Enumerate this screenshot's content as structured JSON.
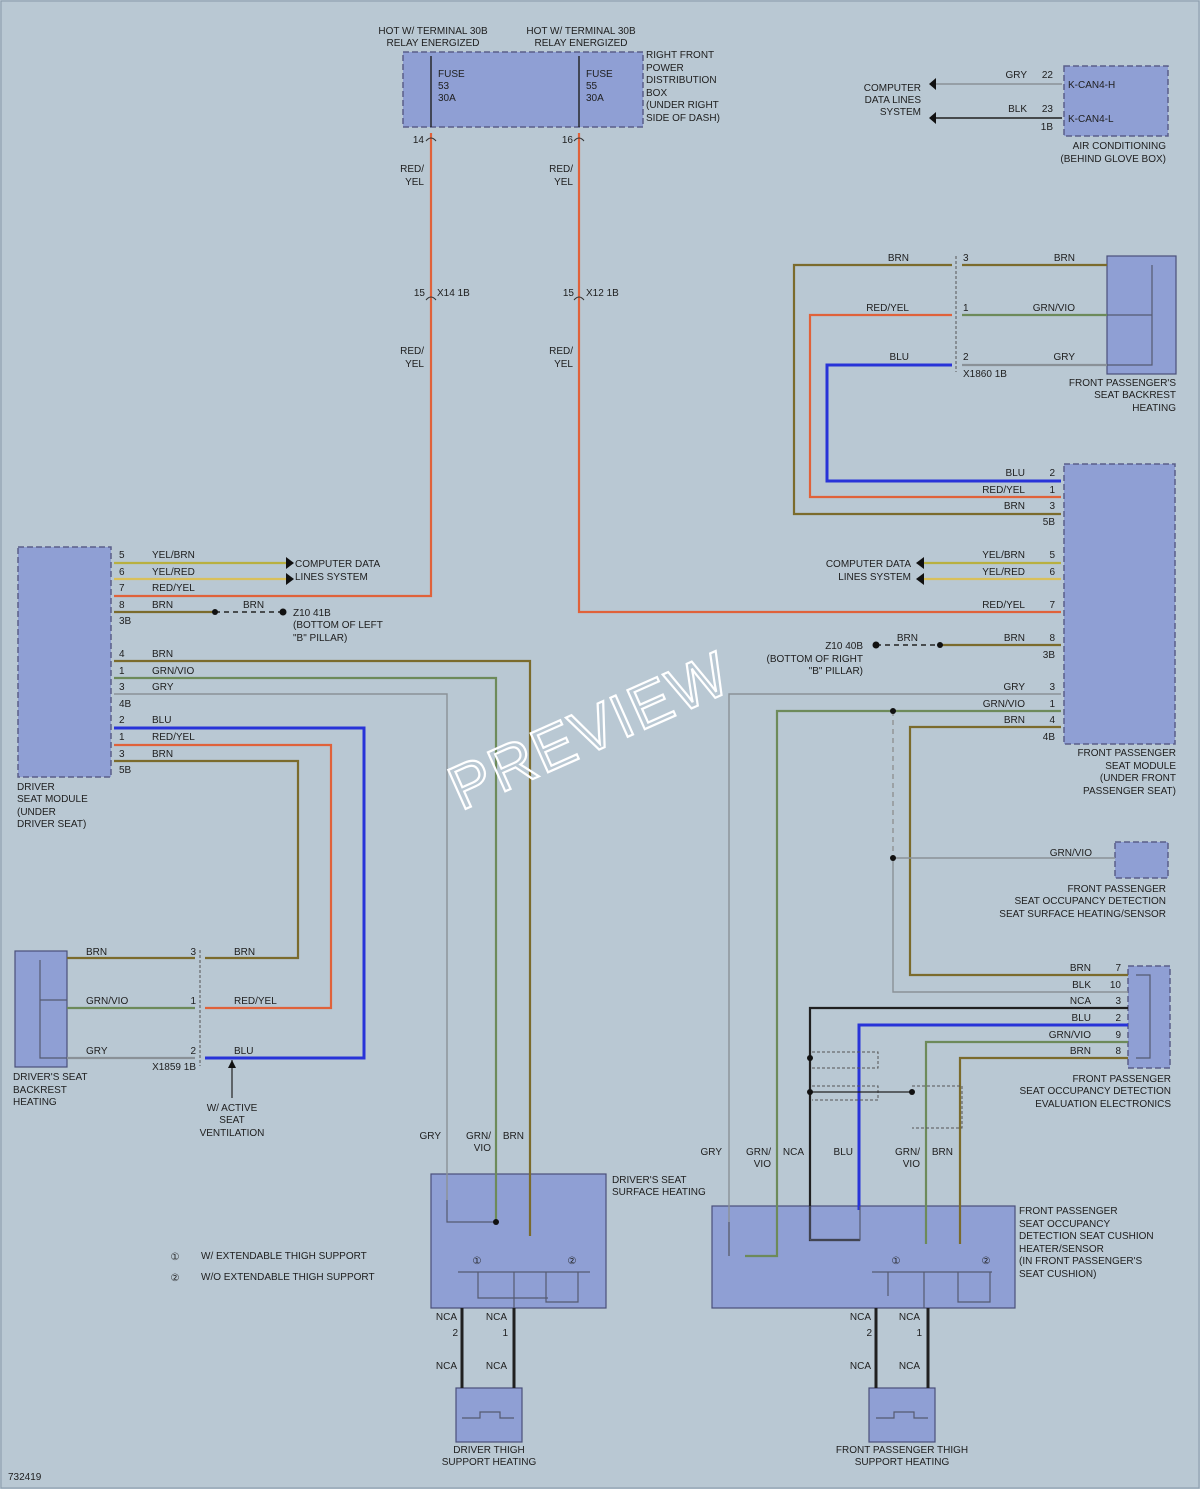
{
  "fuse_box": {
    "hot_left": [
      "HOT W/ TERMINAL 30B",
      "RELAY ENERGIZED"
    ],
    "hot_right": [
      "HOT W/ TERMINAL 30B",
      "RELAY ENERGIZED"
    ],
    "fuse_left": [
      "FUSE",
      "53",
      "30A"
    ],
    "fuse_right": [
      "FUSE",
      "55",
      "30A"
    ],
    "name": [
      "RIGHT FRONT",
      "POWER",
      "DISTRIBUTION",
      "BOX",
      "(UNDER RIGHT",
      "SIDE OF DASH)"
    ],
    "pin_left": "14",
    "pin_right": "16"
  },
  "feed_wires": {
    "top_left": [
      "RED/",
      "YEL"
    ],
    "top_right": [
      "RED/",
      "YEL"
    ],
    "conn_left_pin": "15",
    "conn_left": "X14 1B",
    "conn_right_pin": "15",
    "conn_right": "X12 1B",
    "bottom_left": [
      "RED/",
      "YEL"
    ],
    "bottom_right": [
      "RED/",
      "YEL"
    ]
  },
  "ac_module": {
    "cdl": [
      "COMPUTER",
      "DATA LINES",
      "SYSTEM"
    ],
    "wire1": "GRY",
    "pin1": "22",
    "sig1": "K-CAN4-H",
    "wire2": "BLK",
    "pin2": "23",
    "sig2": "K-CAN4-L",
    "conn": "1B",
    "name": [
      "AIR CONDITIONING",
      "(BEHIND GLOVE BOX)"
    ]
  },
  "passenger_backrest": {
    "w1_left": "BRN",
    "p1": "3",
    "w1_right": "BRN",
    "w2_left": "RED/YEL",
    "p2": "1",
    "w2_right": "GRN/VIO",
    "w3_left": "BLU",
    "p3": "2",
    "w3_right": "GRY",
    "conn": "X1860 1B",
    "name": [
      "FRONT PASSENGER'S",
      "SEAT BACKREST",
      "HEATING"
    ]
  },
  "passenger_module": {
    "p5b": [
      {
        "wire": "BLU",
        "pin": "2"
      },
      {
        "wire": "RED/YEL",
        "pin": "1"
      },
      {
        "wire": "BRN",
        "pin": "3"
      }
    ],
    "c5b": "5B",
    "cdl": [
      "COMPUTER DATA",
      "LINES SYSTEM"
    ],
    "p_data": [
      {
        "wire": "YEL/BRN",
        "pin": "5"
      },
      {
        "wire": "YEL/RED",
        "pin": "6"
      },
      {
        "wire": "RED/YEL",
        "pin": "7"
      },
      {
        "wire": "BRN",
        "pin": "8"
      }
    ],
    "c3b": "3B",
    "ground_name": "Z10 40B",
    "ground_wire": "BRN",
    "ground_loc": [
      "(BOTTOM OF RIGHT",
      "\"B\" PILLAR)"
    ],
    "p4b": [
      {
        "wire": "GRY",
        "pin": "3"
      },
      {
        "wire": "GRN/VIO",
        "pin": "1"
      },
      {
        "wire": "BRN",
        "pin": "4"
      }
    ],
    "c4b": "4B",
    "name": [
      "FRONT PASSENGER",
      "SEAT MODULE",
      "(UNDER FRONT",
      "PASSENGER SEAT)"
    ]
  },
  "driver_module": {
    "p3b": [
      {
        "pin": "5",
        "wire": "YEL/BRN"
      },
      {
        "pin": "6",
        "wire": "YEL/RED"
      },
      {
        "pin": "7",
        "wire": "RED/YEL"
      },
      {
        "pin": "8",
        "wire": "BRN"
      }
    ],
    "c3b": "3B",
    "cdl": [
      "COMPUTER DATA",
      "LINES SYSTEM"
    ],
    "ground_wire": "BRN",
    "ground_name": "Z10 41B",
    "ground_loc": [
      "(BOTTOM OF LEFT",
      "\"B\" PILLAR)"
    ],
    "p4b": [
      {
        "pin": "4",
        "wire": "BRN"
      },
      {
        "pin": "1",
        "wire": "GRN/VIO"
      },
      {
        "pin": "3",
        "wire": "GRY"
      }
    ],
    "c4b": "4B",
    "p5b": [
      {
        "pin": "2",
        "wire": "BLU"
      },
      {
        "pin": "1",
        "wire": "RED/YEL"
      },
      {
        "pin": "3",
        "wire": "BRN"
      }
    ],
    "c5b": "5B",
    "name": [
      "DRIVER",
      "SEAT MODULE",
      "(UNDER",
      "DRIVER SEAT)"
    ]
  },
  "occupancy_sensor": {
    "wire": "GRN/VIO",
    "name": [
      "FRONT PASSENGER",
      "SEAT OCCUPANCY DETECTION",
      "SEAT SURFACE HEATING/SENSOR"
    ]
  },
  "occupancy_eval": {
    "pins": [
      {
        "wire": "BRN",
        "pin": "7"
      },
      {
        "wire": "BLK",
        "pin": "10"
      },
      {
        "wire": "NCA",
        "pin": "3"
      },
      {
        "wire": "BLU",
        "pin": "2"
      },
      {
        "wire": "GRN/VIO",
        "pin": "9"
      },
      {
        "wire": "BRN",
        "pin": "8"
      }
    ],
    "name": [
      "FRONT PASSENGER",
      "SEAT OCCUPANCY DETECTION",
      "EVALUATION ELECTRONICS"
    ]
  },
  "driver_backrest": {
    "w1_left": "BRN",
    "p1": "3",
    "w1_right": "BRN",
    "w2_left": "GRN/VIO",
    "p2": "1",
    "w2_right": "RED/YEL",
    "w3_left": "GRY",
    "p3": "2",
    "w3_right": "BLU",
    "conn": "X1859 1B",
    "name": [
      "DRIVER'S SEAT",
      "BACKREST",
      "HEATING"
    ],
    "ventilation": [
      "W/ ACTIVE",
      "SEAT",
      "VENTILATION"
    ]
  },
  "driver_surface": {
    "w_gry": "GRY",
    "w_grnvio": [
      "GRN/",
      "VIO"
    ],
    "w_brn": "BRN",
    "name": [
      "DRIVER'S SEAT",
      "SURFACE HEATING"
    ],
    "opt1": "①",
    "opt2": "②",
    "nca_top_l": "NCA",
    "nca_top_r": "NCA",
    "pin_l": "2",
    "pin_r": "1",
    "nca_bot_l": "NCA",
    "nca_bot_r": "NCA"
  },
  "legend": {
    "sym1": "①",
    "text1": "W/ EXTENDABLE THIGH SUPPORT",
    "sym2": "②",
    "text2": "W/O EXTENDABLE THIGH SUPPORT"
  },
  "driver_thigh": {
    "name": [
      "DRIVER THIGH",
      "SUPPORT HEATING"
    ]
  },
  "passenger_cushion": {
    "w_gry": "GRY",
    "w_grnvio1": [
      "GRN/",
      "VIO"
    ],
    "w_nca": "NCA",
    "w_blu": "BLU",
    "w_grnvio2": [
      "GRN/",
      "VIO"
    ],
    "w_brn": "BRN",
    "name": [
      "FRONT PASSENGER",
      "SEAT OCCUPANCY",
      "DETECTION SEAT CUSHION",
      "HEATER/SENSOR",
      "(IN FRONT PASSENGER'S",
      "SEAT CUSHION)"
    ],
    "opt1": "①",
    "opt2": "②",
    "nca_top_l": "NCA",
    "nca_top_r": "NCA",
    "pin_l": "2",
    "pin_r": "1",
    "nca_bot_l": "NCA",
    "nca_bot_r": "NCA"
  },
  "passenger_thigh": {
    "name": [
      "FRONT PASSENGER THIGH",
      "SUPPORT HEATING"
    ]
  },
  "diagram_id": "732419",
  "watermark": "PREVIEW",
  "colors": {
    "background": "#b9c8d3",
    "component": "#8f9fd4",
    "red_yel": "#e0623a",
    "brn": "#7b6b2c",
    "grn_vio": "#6d8a5a",
    "gry": "#8a9197",
    "blu": "#2833d8"
  }
}
